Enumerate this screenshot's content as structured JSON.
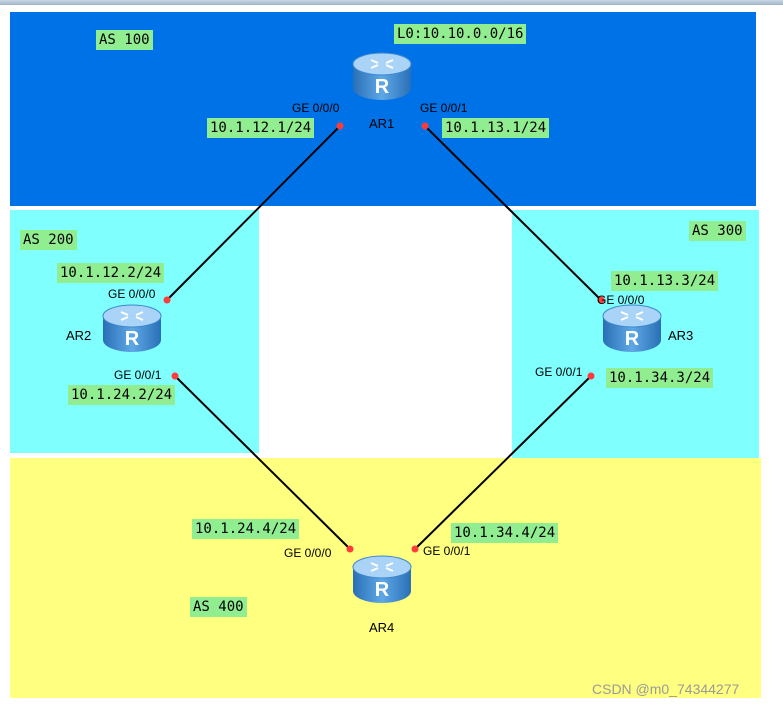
{
  "zones": {
    "as100": {
      "label": "AS 100",
      "color": "#0072e8"
    },
    "as200": {
      "label": "AS 200",
      "color": "#80ffff"
    },
    "as300": {
      "label": "AS 300",
      "color": "#80ffff"
    },
    "as400": {
      "label": "AS 400",
      "color": "#ffff80"
    }
  },
  "routers": {
    "ar1": {
      "name": "AR1",
      "loopback": "L0:10.10.0.0/16",
      "icon": "router-icon"
    },
    "ar2": {
      "name": "AR2",
      "icon": "router-icon"
    },
    "ar3": {
      "name": "AR3",
      "icon": "router-icon"
    },
    "ar4": {
      "name": "AR4",
      "icon": "router-icon"
    }
  },
  "links": {
    "ar1_ar2": {
      "ar1_if": "GE 0/0/0",
      "ar1_ip": "10.1.12.1/24",
      "ar2_if": "GE 0/0/0",
      "ar2_ip": "10.1.12.2/24"
    },
    "ar1_ar3": {
      "ar1_if": "GE 0/0/1",
      "ar1_ip": "10.1.13.1/24",
      "ar3_if": "GE 0/0/0",
      "ar3_ip": "10.1.13.3/24"
    },
    "ar2_ar4": {
      "ar2_if": "GE 0/0/1",
      "ar2_ip": "10.1.24.2/24",
      "ar4_if": "GE 0/0/0",
      "ar4_ip": "10.1.24.4/24"
    },
    "ar3_ar4": {
      "ar3_if": "GE 0/0/1",
      "ar3_ip": "10.1.34.3/24",
      "ar4_if": "GE 0/0/1",
      "ar4_ip": "10.1.34.4/24"
    }
  },
  "link_color": "#000000",
  "port_color": "#ff3b3b",
  "watermark": "CSDN @m0_74344277"
}
